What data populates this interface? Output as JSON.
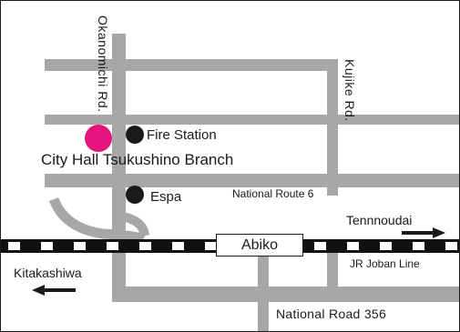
{
  "map": {
    "roads": {
      "okanomichi": "Okanomichi Rd.",
      "kujike": "Kujike Rd.",
      "national_route_6": "National Route 6",
      "national_road_356": "National Road 356",
      "jr_joban_line": "JR Joban Line"
    },
    "places": {
      "target": "City Hall Tsukushino Branch",
      "fire_station": "Fire Station",
      "espa": "Espa",
      "station": "Abiko"
    },
    "directions": {
      "tennnoudai": "Tennnoudai",
      "kitakashiwa": "Kitakashiwa"
    },
    "colors": {
      "target_marker": "#e5157f",
      "road": "#a7a7a7",
      "landmark": "#1a1a1a"
    },
    "icons": {
      "target": "pink-circle-marker",
      "landmark": "black-circle-marker",
      "direction": "arrow-icon"
    }
  }
}
